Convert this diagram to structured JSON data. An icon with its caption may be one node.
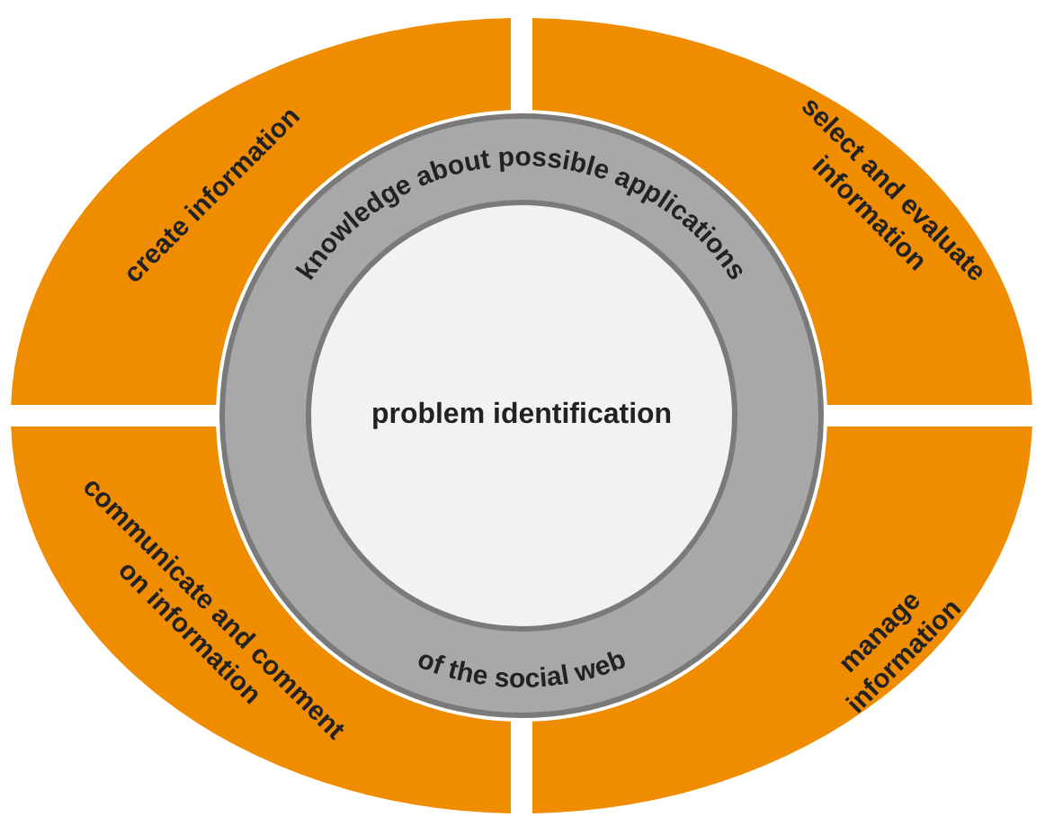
{
  "diagram": {
    "nodes": [
      {
        "text": [
          "knowledge about possible applications",
          "of the social web"
        ]
      },
      {
        "text": [
          "problem identification"
        ],
        "in": 0
      },
      {
        "text": [
          "create information"
        ]
      },
      {
        "text": [
          "select and evaluate information"
        ]
      },
      {
        "text": [
          "communicate and comment on information"
        ]
      },
      {
        "text": [
          "manage information"
        ]
      }
    ]
  }
}
